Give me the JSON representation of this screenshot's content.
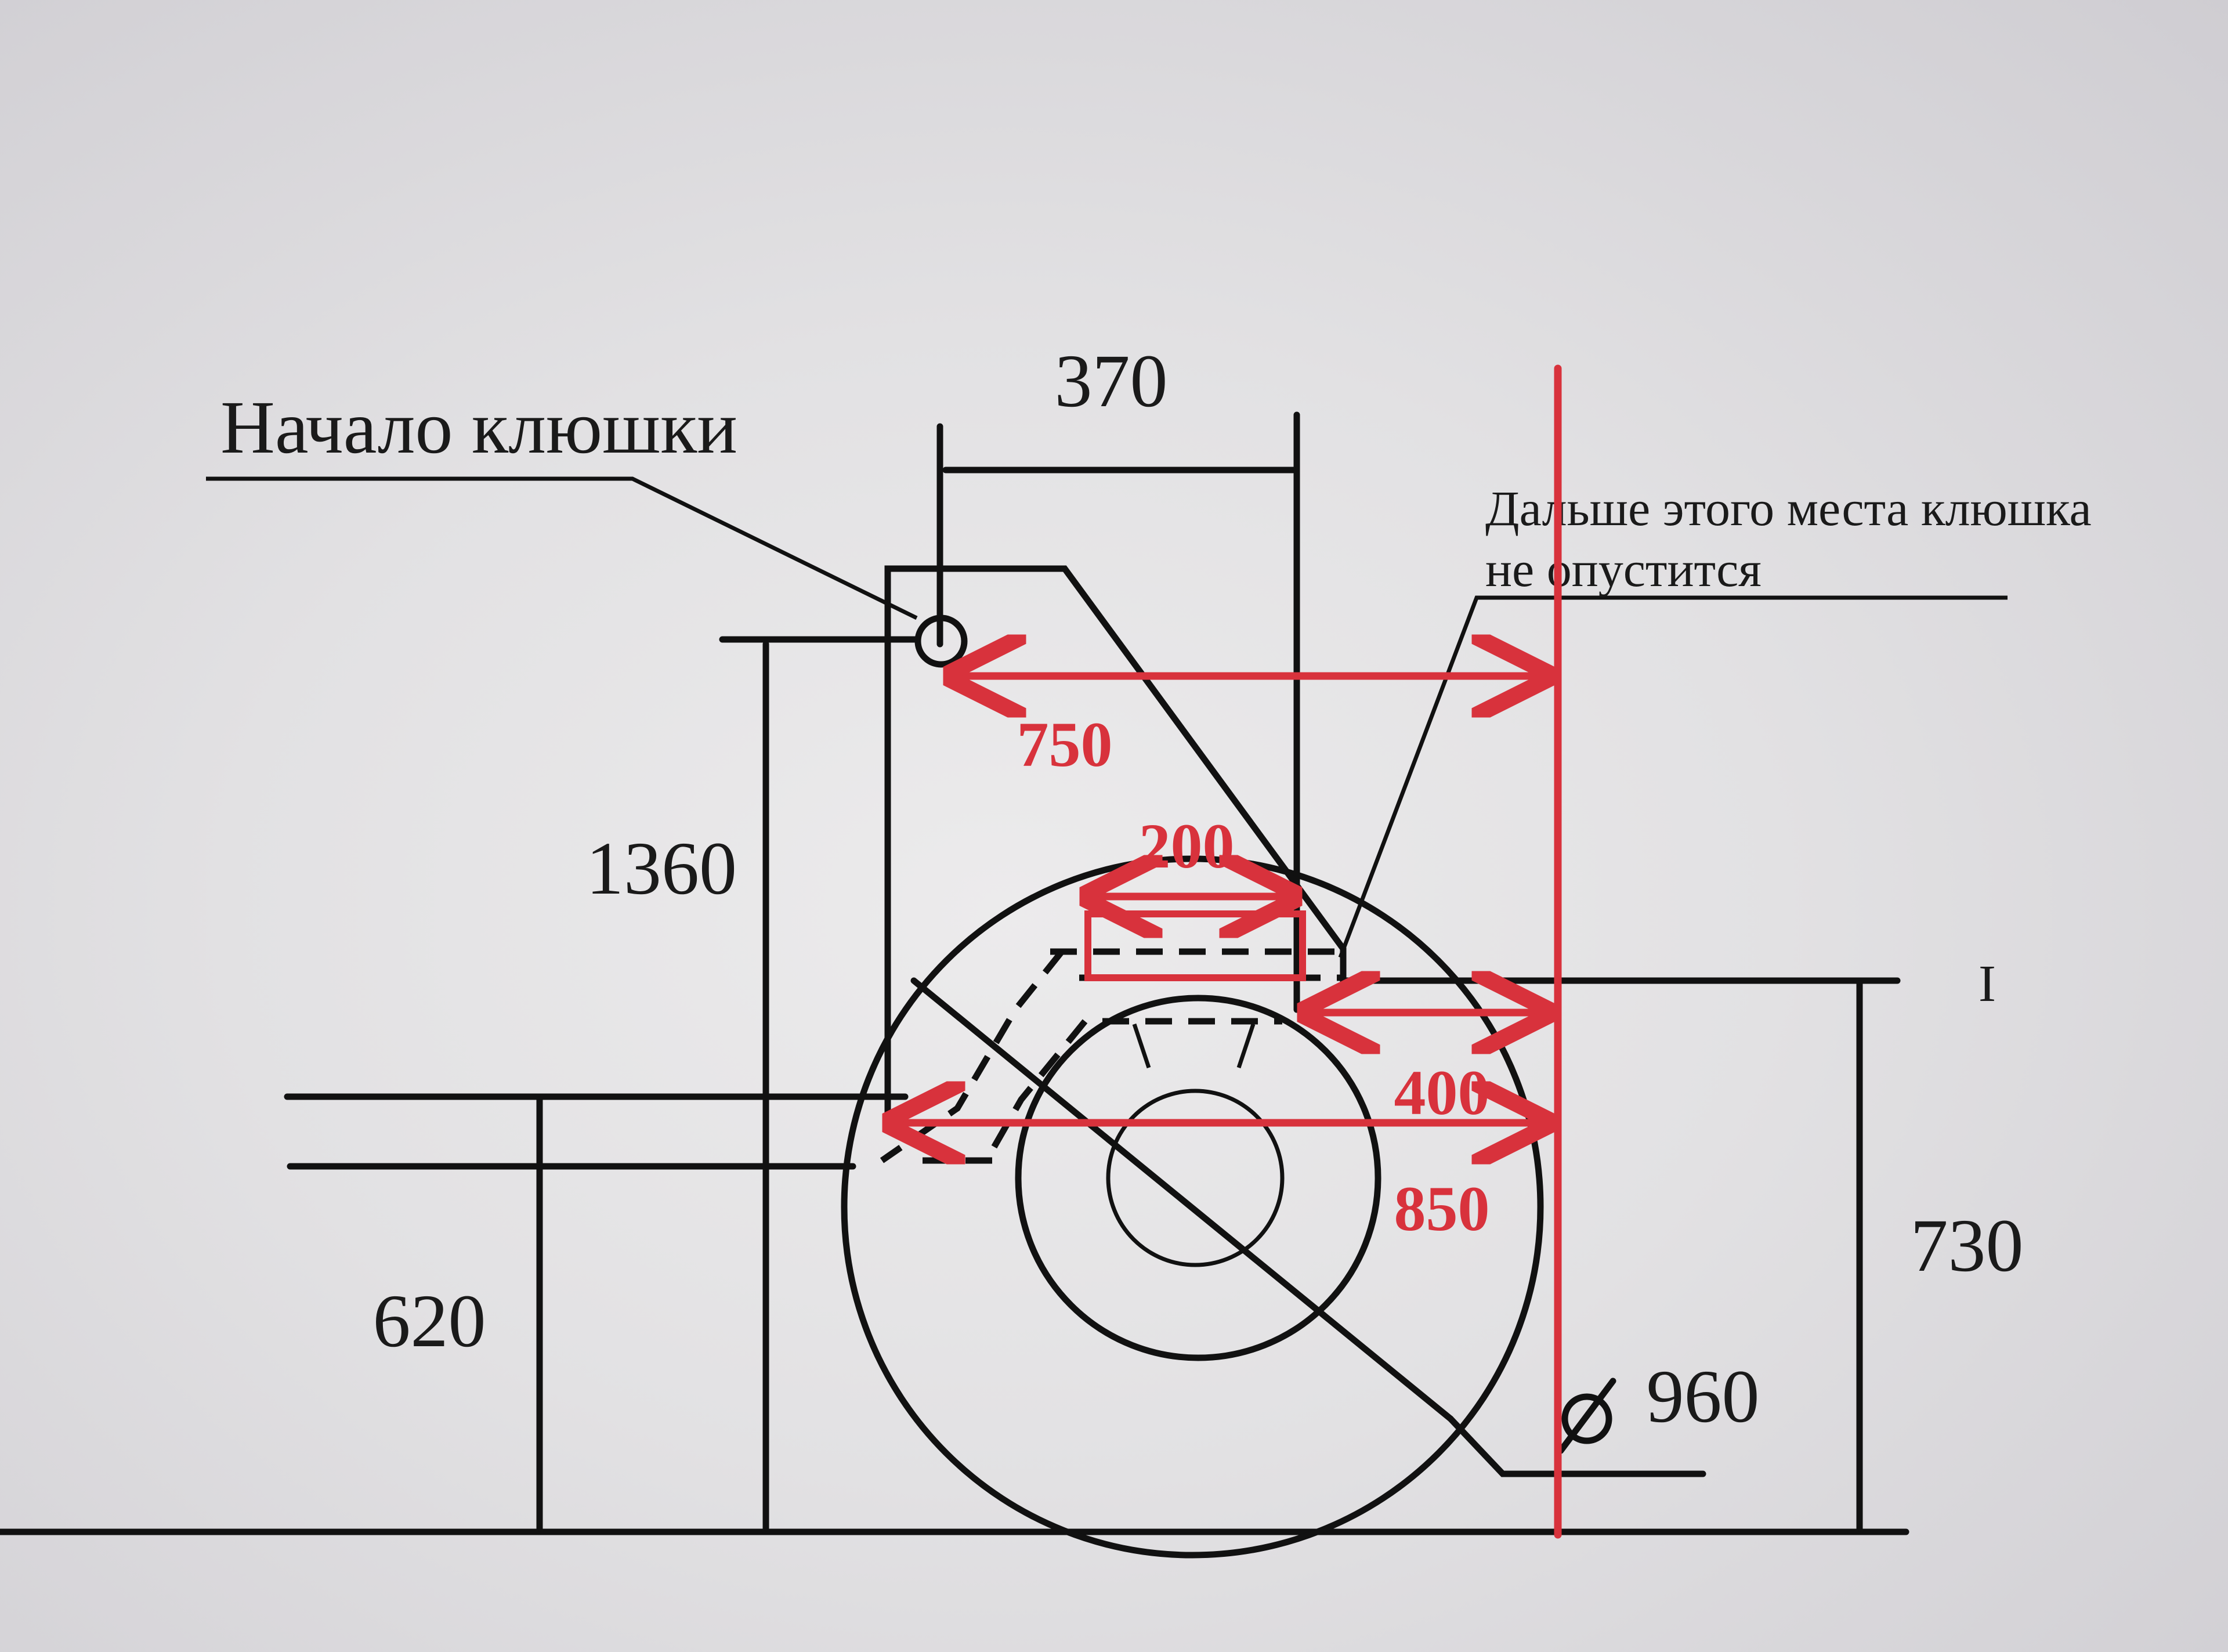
{
  "labels": {
    "start_label": "Начало клюшки",
    "note_line1": "Дальше этого места клюшка",
    "note_line2": "не опустится",
    "cursor_glyph": "I"
  },
  "dimensions": {
    "d370": "370",
    "d1360": "1360",
    "d620": "620",
    "d730": "730",
    "d960": "960",
    "diameter_symbol": "⌀"
  },
  "red_dimensions": {
    "d750": "750",
    "d200": "200",
    "d400": "400",
    "d850": "850"
  },
  "colors": {
    "ink": "#111111",
    "annotation_red": "#d8323c",
    "paper": "#e2e1e3"
  }
}
